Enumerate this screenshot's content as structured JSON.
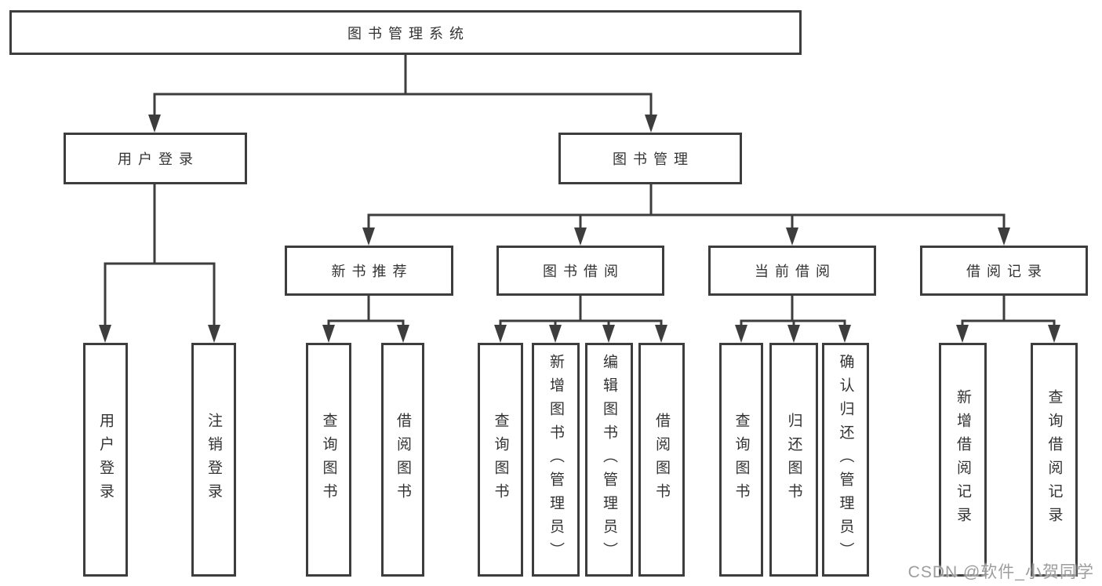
{
  "nodes": {
    "root": "图书管理系统",
    "l2": [
      "用户登录",
      "图书管理"
    ],
    "l3": [
      "新书推荐",
      "图书借阅",
      "当前借阅",
      "借阅记录"
    ],
    "leaves_user": [
      "用户登录",
      "注销登录"
    ],
    "leaves_new": [
      "查询图书",
      "借阅图书"
    ],
    "leaves_borrow": [
      "查询图书",
      "新增图书（管理员）",
      "编辑图书（管理员）",
      "借阅图书"
    ],
    "leaves_current": [
      "查询图书",
      "归还图书",
      "确认归还（管理员）"
    ],
    "leaves_record": [
      "新增借阅记录",
      "查询借阅记录"
    ]
  },
  "watermark": "CSDN @软件_小贺同学",
  "colors": {
    "line": "#3d3d3d",
    "box_border": "#3d3d3d",
    "box_background": "#ffffff",
    "text": "#333333",
    "watermark": "#8c8c8c"
  }
}
